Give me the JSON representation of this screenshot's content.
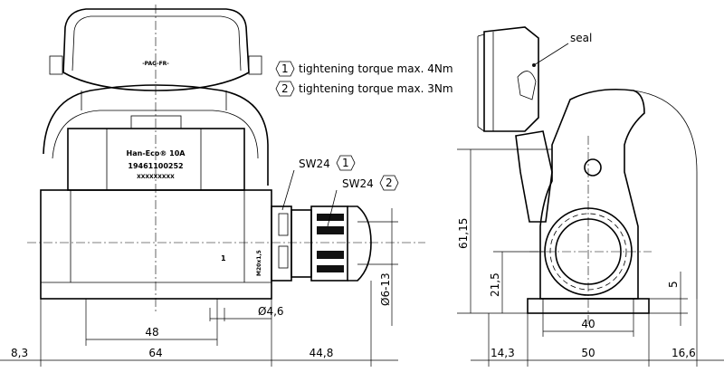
{
  "notes": [
    {
      "num": "1",
      "text": "tightening torque max. 4Nm"
    },
    {
      "num": "2",
      "text": "tightening torque max. 3Nm"
    }
  ],
  "labels": {
    "cover_mark": "-PAG-FR-",
    "product_name": "Han-Eco® 10A",
    "part_number": "19461100252",
    "serial": "XXXXXXXXX",
    "thread": "M20x1,5",
    "position_mark": "1",
    "sw1": "SW24",
    "sw1_ref": "1",
    "sw2": "SW24",
    "sw2_ref": "2",
    "seal": "seal"
  },
  "dimensions": {
    "front": {
      "left_offset": "8,3",
      "width": "64",
      "gland_length": "44,8",
      "hole_spacing": "48",
      "hole_dia": "Ø4,6",
      "cable_range": "Ø6-13"
    },
    "side": {
      "height": "61,15",
      "axis_height": "21,5",
      "foot_height": "5",
      "hole_spacing": "40",
      "left_offset": "14,3",
      "width": "50",
      "right_offset": "16,6"
    }
  }
}
